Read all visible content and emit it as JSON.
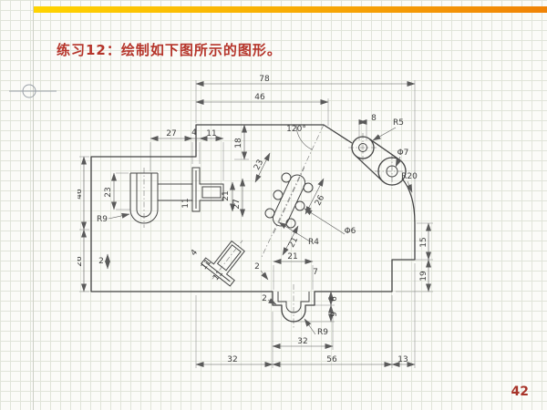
{
  "slide": {
    "title": "练习12：绘制如下图所示的图形。",
    "page_number": "42"
  },
  "theme": {
    "page_bg": "#fbfbf8",
    "grid_line": "#e0e4d9",
    "bar_from": "#ffd400",
    "bar_to": "#f08306",
    "title_color": "#b5342a",
    "page_number_color": "#a8342a",
    "line_color": "#454545"
  },
  "drawing": {
    "type": "mechanical-part-orthographic-view",
    "labels": {
      "d78": "78",
      "d46_top": "46",
      "d27": "27",
      "d4": "4",
      "d11": "11",
      "d18": "18",
      "ang120": "120°",
      "d8": "8",
      "r5": "R5",
      "phi7": "Φ7",
      "r20": "R20",
      "d23_left": "23",
      "d46_left": "46",
      "d26_left": "26",
      "r9_left": "R9",
      "d2_left": "2",
      "d23_diag": "23",
      "d26_diag": "26",
      "d21_diag": "21",
      "phi6": "Φ6",
      "r4": "R4",
      "d21_mid": "21",
      "d27_mid": "27",
      "d11_mid": "11",
      "d4_bl": "4",
      "d11_bl1": "11",
      "d11_bl2": "11",
      "d2_bl": "2",
      "d21_boss": "21",
      "d7_boss": "7",
      "d2_boss": "2",
      "d6_boss": "6",
      "d9_boss": "9",
      "r9_bottom": "R9",
      "d32_inner": "32",
      "d32_bottom": "32",
      "d56_bottom": "56",
      "d13_bottom": "13",
      "d15_right": "15",
      "d19_right": "19"
    }
  }
}
